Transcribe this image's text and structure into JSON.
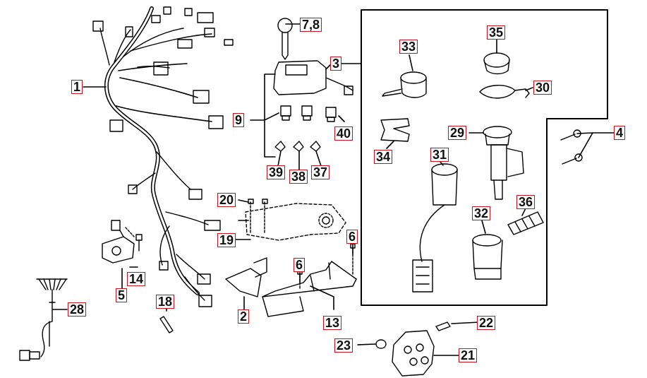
{
  "diagram": {
    "colors": {
      "label_border": "#c8141e",
      "line": "#000000",
      "background": "#ffffff"
    },
    "callouts": [
      {
        "id": "1",
        "text": "1"
      },
      {
        "id": "2",
        "text": "2"
      },
      {
        "id": "3",
        "text": "3"
      },
      {
        "id": "4",
        "text": "4"
      },
      {
        "id": "5",
        "text": "5"
      },
      {
        "id": "6a",
        "text": "6"
      },
      {
        "id": "6b",
        "text": "6"
      },
      {
        "id": "7-8",
        "text": "7,8"
      },
      {
        "id": "9",
        "text": "9"
      },
      {
        "id": "13",
        "text": "13"
      },
      {
        "id": "14",
        "text": "14"
      },
      {
        "id": "18",
        "text": "18"
      },
      {
        "id": "19",
        "text": "19"
      },
      {
        "id": "20",
        "text": "20"
      },
      {
        "id": "21",
        "text": "21"
      },
      {
        "id": "22",
        "text": "22"
      },
      {
        "id": "23",
        "text": "23"
      },
      {
        "id": "28",
        "text": "28"
      },
      {
        "id": "29",
        "text": "29"
      },
      {
        "id": "30",
        "text": "30"
      },
      {
        "id": "31",
        "text": "31"
      },
      {
        "id": "32",
        "text": "32"
      },
      {
        "id": "33",
        "text": "33"
      },
      {
        "id": "34",
        "text": "34"
      },
      {
        "id": "35",
        "text": "35"
      },
      {
        "id": "36",
        "text": "36"
      },
      {
        "id": "37",
        "text": "37"
      },
      {
        "id": "38",
        "text": "38"
      },
      {
        "id": "39",
        "text": "39"
      },
      {
        "id": "40",
        "text": "40"
      }
    ]
  }
}
